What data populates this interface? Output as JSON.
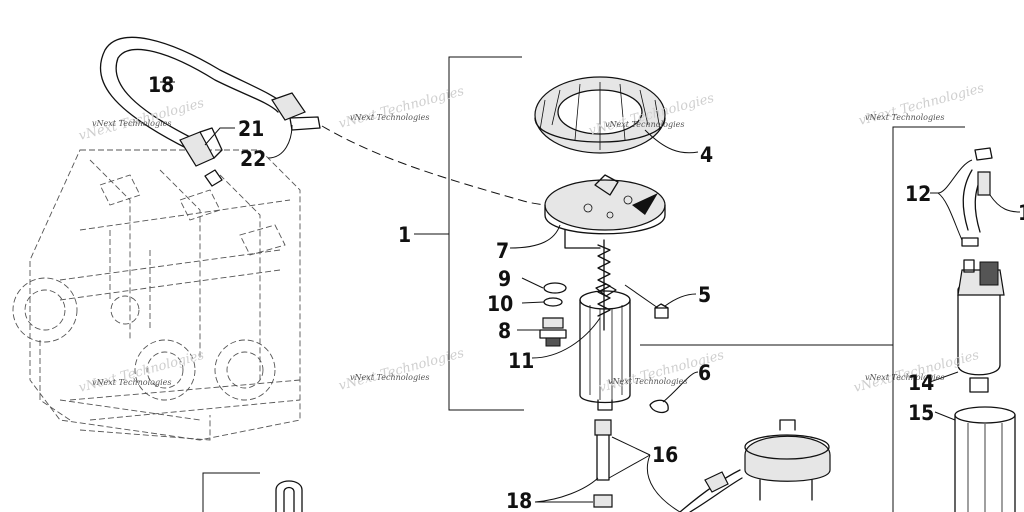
{
  "callouts": {
    "c1": "1",
    "c4": "4",
    "c5": "5",
    "c6": "6",
    "c7": "7",
    "c8": "8",
    "c9": "9",
    "c10": "10",
    "c11": "11",
    "c12": "12",
    "c13": "1",
    "c14": "14",
    "c15": "15",
    "c16": "16",
    "c18a": "18",
    "c18b": "18",
    "c21": "21",
    "c22": "22"
  },
  "watermark": "vNext Technologies"
}
